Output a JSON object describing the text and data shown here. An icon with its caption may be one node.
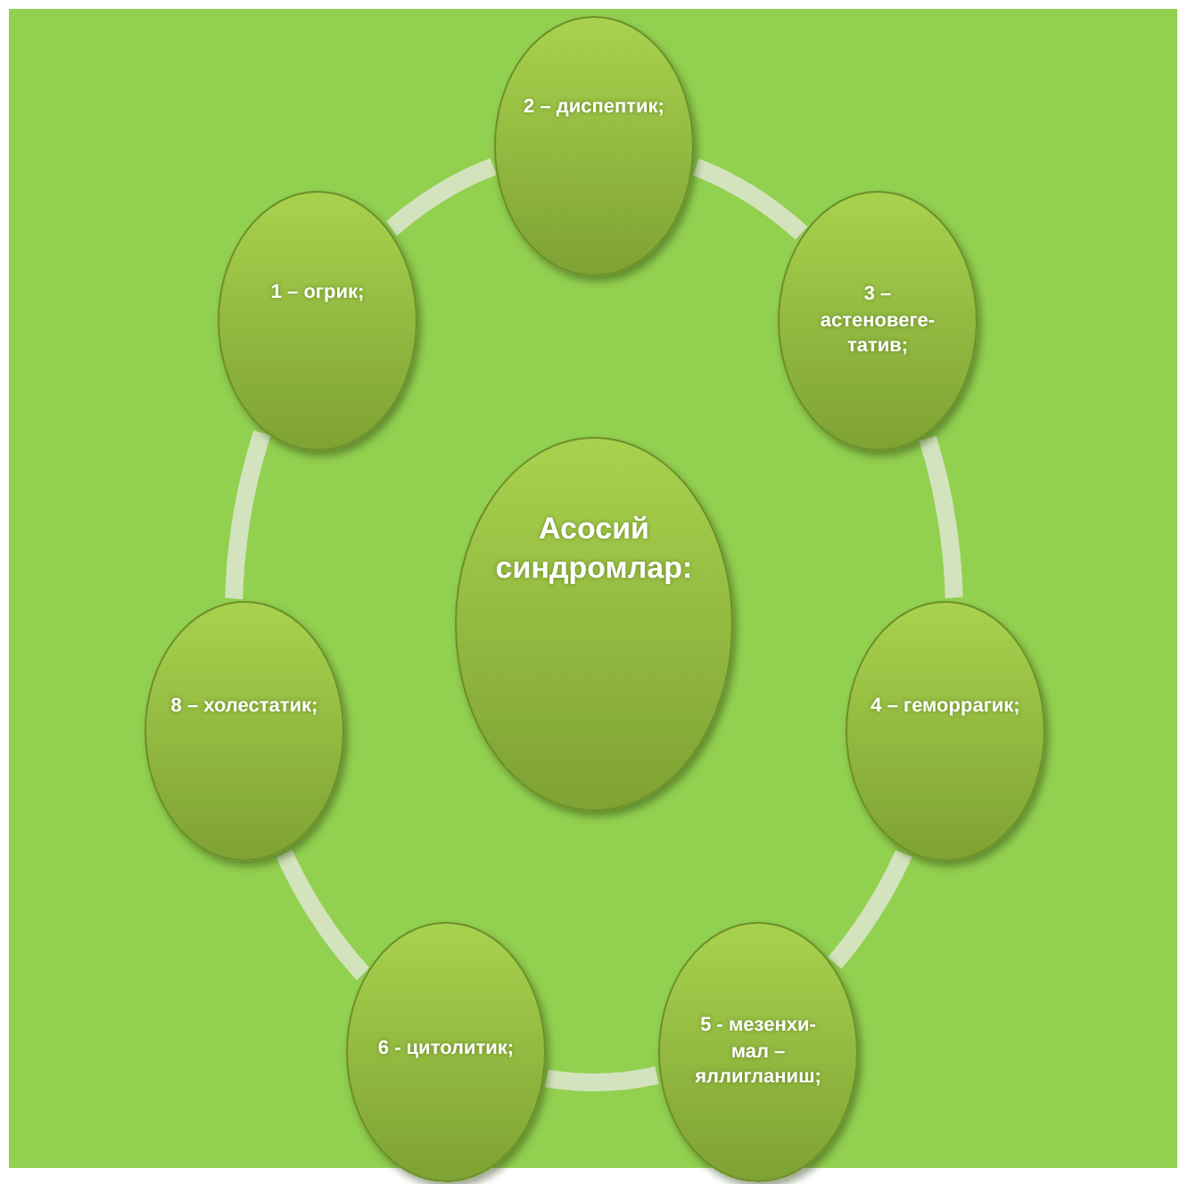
{
  "diagram": {
    "nodes": [
      {
        "text": [
          "2 – диспептик;"
        ]
      },
      {
        "text": [
          "1 – огрик;"
        ]
      },
      {
        "text": [
          "3 – астеновеге- татив;"
        ]
      },
      {
        "text": [
          "Асосий синдромлар:"
        ]
      },
      {
        "text": [
          "8 – холестатик;"
        ]
      },
      {
        "text": [
          "4 – геморрагик;"
        ]
      },
      {
        "text": [
          "6 - цитолитик;"
        ]
      },
      {
        "text": [
          "5 - мезенхи- мал – яллигланиш;"
        ]
      }
    ],
    "edges": [
      {
        "from": 1,
        "to": 0,
        "arrow": "none"
      },
      {
        "from": 0,
        "to": 2,
        "arrow": "none"
      },
      {
        "from": 2,
        "to": 5,
        "arrow": "none"
      },
      {
        "from": 5,
        "to": 7,
        "arrow": "none"
      },
      {
        "from": 7,
        "to": 6,
        "arrow": "none"
      },
      {
        "from": 6,
        "to": 4,
        "arrow": "none"
      },
      {
        "from": 4,
        "to": 1,
        "arrow": "none"
      }
    ]
  }
}
